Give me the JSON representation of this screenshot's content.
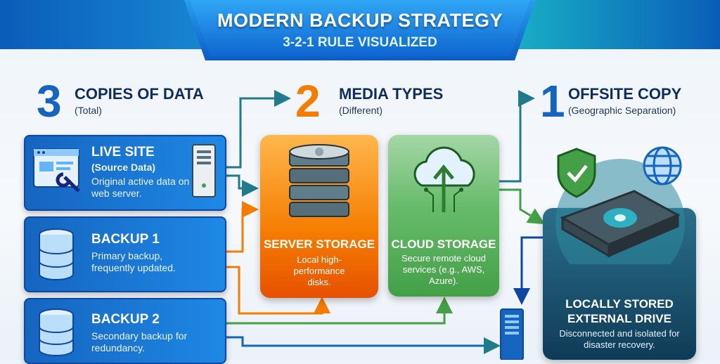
{
  "header": {
    "title": "MODERN BACKUP STRATEGY",
    "subtitle": "3-2-1 RULE VISUALIZED"
  },
  "columns": [
    {
      "number": "3",
      "heading": "COPIES OF DATA",
      "note": "(Total)",
      "color": "#1565c0"
    },
    {
      "number": "2",
      "heading": "MEDIA TYPES",
      "note": "(Different)",
      "color": "#f57c00"
    },
    {
      "number": "1",
      "heading": "OFFSITE COPY",
      "note": "(Geographic Separation)",
      "color": "#1565c0"
    }
  ],
  "copies": [
    {
      "title": "LIVE SITE",
      "subtitle": "(Source Data)",
      "description": "Original active data on web server.",
      "icon": "browser-wrench-icon"
    },
    {
      "title": "BACKUP 1",
      "description": "Primary backup, frequently updated.",
      "icon": "database-icon"
    },
    {
      "title": "BACKUP 2",
      "description": "Secondary backup for redundancy.",
      "icon": "database-icon"
    }
  ],
  "media": [
    {
      "title": "SERVER STORAGE",
      "description": "Local high-performance disks.",
      "icon": "disk-stack-icon",
      "color": "#f57c00"
    },
    {
      "title": "CLOUD STORAGE",
      "description": "Secure remote cloud services (e.g., AWS, Azure).",
      "icon": "cloud-upload-icon",
      "color": "#43a047"
    }
  ],
  "offsite": {
    "title": "LOCALLY STORED EXTERNAL DRIVE",
    "description": "Disconnected and isolated for disaster recovery.",
    "icons": [
      "shield-check-icon",
      "globe-icon",
      "external-drive-icon"
    ]
  },
  "colors": {
    "blue": "#1565c0",
    "orange": "#f57c00",
    "green": "#43a047",
    "teal": "#1f7a8c"
  }
}
